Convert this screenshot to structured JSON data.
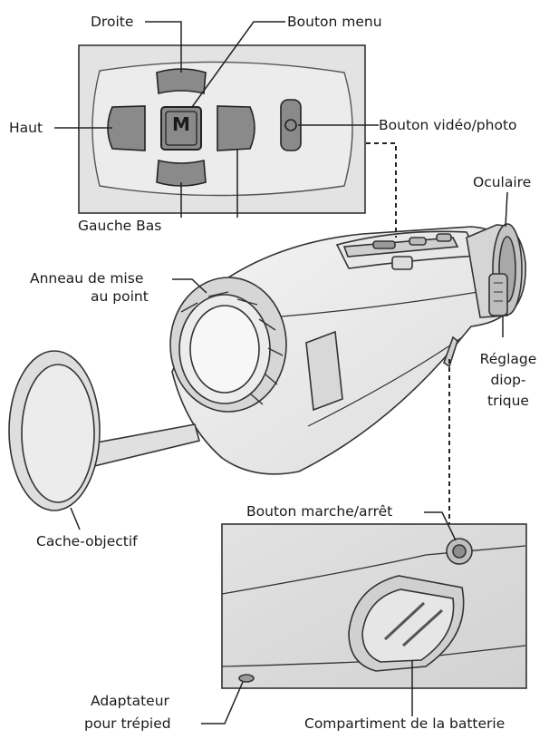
{
  "labels": {
    "droite": "Droite",
    "bouton_menu": "Bouton menu",
    "haut": "Haut",
    "bouton_video_photo": "Bouton vidéo/photo",
    "gauche_bas": "Gauche Bas",
    "menu_key_letter": "M",
    "oculaire": "Oculaire",
    "anneau_line1": "Anneau de mise",
    "anneau_line2": "au point",
    "reglage_line1": "Réglage",
    "reglage_line2": "diop-",
    "reglage_line3": "trique",
    "cache_objectif": "Cache-objectif",
    "bouton_marche": "Bouton marche/arrêt",
    "adaptateur_line1": "Adaptateur",
    "adaptateur_line2": "pour trépied",
    "compartiment": "Compartiment de la batterie"
  },
  "colors": {
    "panel_bg": "#e6e6e6",
    "key_fill": "#8a8a8a",
    "outline": "#333333",
    "line": "#222222"
  }
}
